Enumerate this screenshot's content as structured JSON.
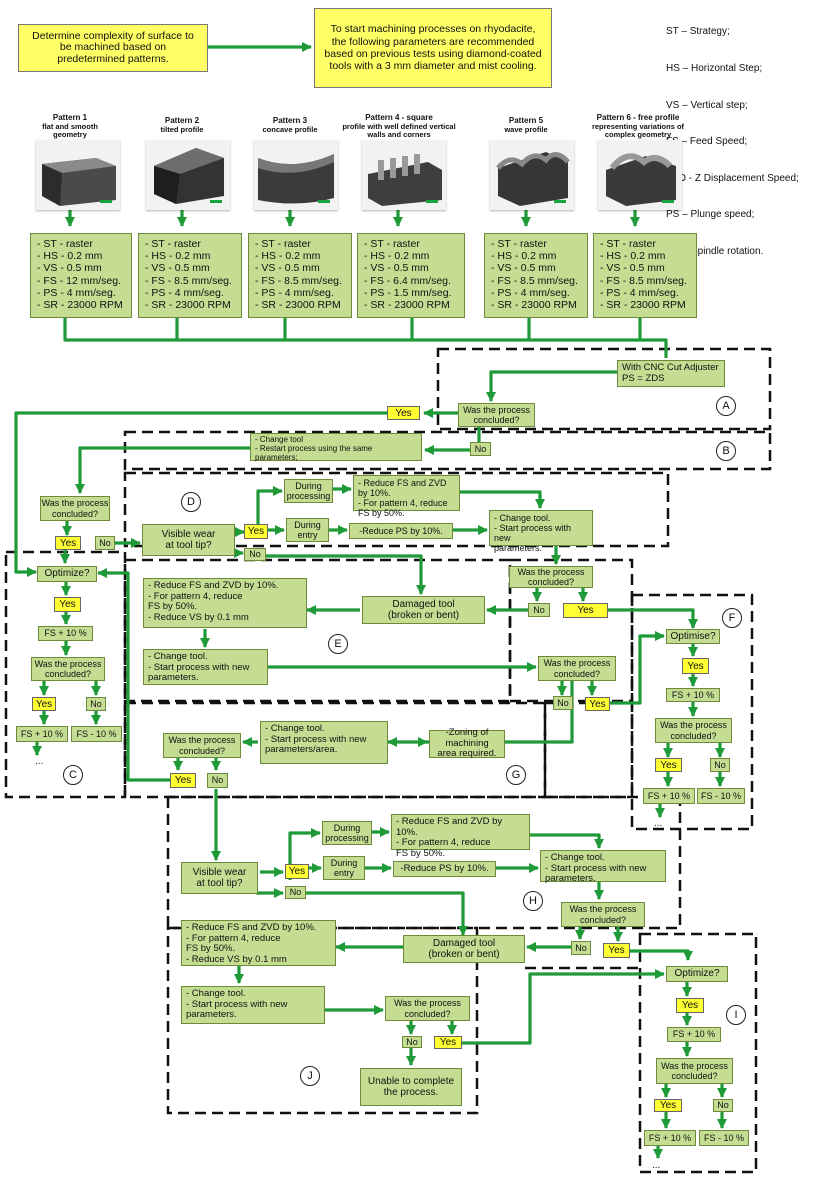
{
  "legend": [
    "ST – Strategy;",
    "HS – Horizontal Step;",
    "VS – Vertical step;",
    "FS – Feed Speed;",
    "ZVD - Z Displacement Speed;",
    "PS – Plunge speed;",
    "SR – Spindle rotation."
  ],
  "top_left_box": "Determine complexity of surface to be machined based on predetermined patterns.",
  "top_right_box": "To start machining processes on rhyodacite, the following parameters are recommended based on previous tests using diamond-coated tools with a 3 mm diameter and mist cooling.",
  "patterns": [
    {
      "name": "Pattern 1",
      "desc": "flat and smooth geometry",
      "params": [
        "- ST - raster",
        "- HS -  0.2 mm",
        "- VS - 0.5 mm",
        "- FS - 12 mm/seg.",
        "- PS - 4 mm/seg.",
        "- SR - 23000 RPM"
      ]
    },
    {
      "name": "Pattern 2",
      "desc": "tilted profile",
      "params": [
        "- ST - raster",
        "- HS -  0.2 mm",
        "- VS - 0.5 mm",
        "- FS - 8.5 mm/seg.",
        "- PS - 4 mm/seg.",
        "- SR - 23000 RPM"
      ]
    },
    {
      "name": "Pattern 3",
      "desc": "concave profile",
      "params": [
        "- ST - raster",
        "- HS -  0.2 mm",
        "- VS - 0.5 mm",
        "- FS - 8.5 mm/seg.",
        "- PS - 4 mm/seg.",
        "- SR - 23000 RPM"
      ]
    },
    {
      "name": "Pattern 4 - square",
      "desc": "profile with well defined vertical walls and corners",
      "params": [
        "- ST - raster",
        "- HS -  0.2 mm",
        "- VS - 0.5 mm",
        "- FS - 6.4 mm/seg.",
        "- PS - 1.5 mm/seg.",
        "- SR - 23000 RPM"
      ]
    },
    {
      "name": "Pattern 5",
      "desc": "wave profile",
      "params": [
        "- ST - raster",
        "- HS -  0.2 mm",
        "- VS - 0.5 mm",
        "- FS - 8.5 mm/seg.",
        "- PS - 4 mm/seg.",
        "- SR - 23000 RPM"
      ]
    },
    {
      "name": "Pattern 6 - free profile",
      "desc": "representing variations of complex geometry",
      "params": [
        "- ST - raster",
        "- HS -  0.2 mm",
        "- VS - 0.5 mm",
        "- FS - 8.5 mm/seg.",
        "- PS - 4 mm/seg.",
        "- SR - 23000 RPM"
      ]
    }
  ],
  "nodes": {
    "cnc": [
      "With CNC Cut Adjuster",
      "PS = ZDS"
    ],
    "was_concluded": "Was the process concluded?",
    "yes": "Yes",
    "no": "No",
    "change_tool_same": [
      "- Change tool",
      "- Restart process using the same parameters;"
    ],
    "visible_wear": [
      "Visible wear",
      "at tool tip?"
    ],
    "during_processing": [
      "During",
      "processing"
    ],
    "during_entry": [
      "During",
      "entry"
    ],
    "reduce_fs_zvd": [
      "- Reduce FS and ZVD by 10%.",
      "- For pattern 4, reduce",
      "FS by 50%."
    ],
    "reduce_ps": "-Reduce PS by 10%.",
    "change_tool_new": [
      "- Change tool.",
      "- Start process with new",
      "parameters."
    ],
    "damaged_tool": [
      "Damaged tool",
      "(broken or bent)"
    ],
    "reduce_all": [
      "- Reduce FS and ZVD by 10%.",
      "- For pattern 4, reduce",
      "FS by 50%.",
      "- Reduce VS by 0.1 mm"
    ],
    "optimize": "Optimize?",
    "optimise": "Optimise?",
    "fs_plus": "FS + 10 %",
    "fs_minus": "FS - 10 %",
    "zoning": [
      "-Zoning of machining",
      "area required."
    ],
    "change_tool_area": [
      "- Change tool.",
      "- Start process with new",
      "parameters/area."
    ],
    "unable": [
      "Unable to complete",
      "the process."
    ],
    "ellipsis": "..."
  },
  "region_labels": [
    "A",
    "B",
    "C",
    "D",
    "E",
    "F",
    "G",
    "H",
    "I",
    "J"
  ]
}
